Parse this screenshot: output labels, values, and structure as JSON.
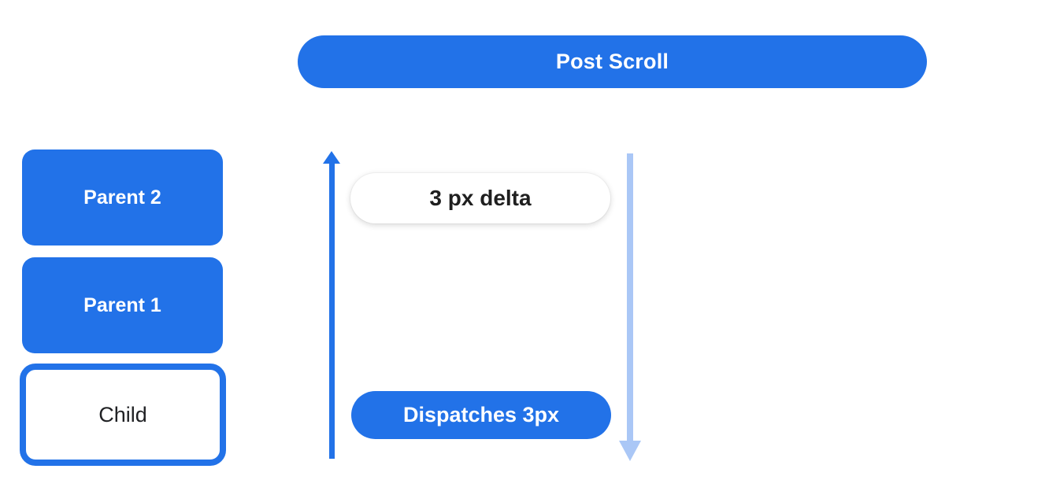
{
  "diagram": {
    "banner": {
      "label": "Post Scroll"
    },
    "widget_stack": {
      "items": [
        {
          "label": "Parent 2",
          "variant": "filled"
        },
        {
          "label": "Parent 1",
          "variant": "filled"
        },
        {
          "label": "Child",
          "variant": "outlined"
        }
      ]
    },
    "flow": {
      "delta_pill": {
        "label": "3 px delta"
      },
      "dispatch_pill": {
        "label": "Dispatches 3px"
      },
      "up_arrow_icon": "arrow-up",
      "down_arrow_icon": "arrow-down"
    },
    "colors": {
      "primary_blue": "#2272e8",
      "light_blue": "#aac7f6",
      "pill_white": "#ffffff",
      "text_dark": "#1f1f1f"
    }
  }
}
